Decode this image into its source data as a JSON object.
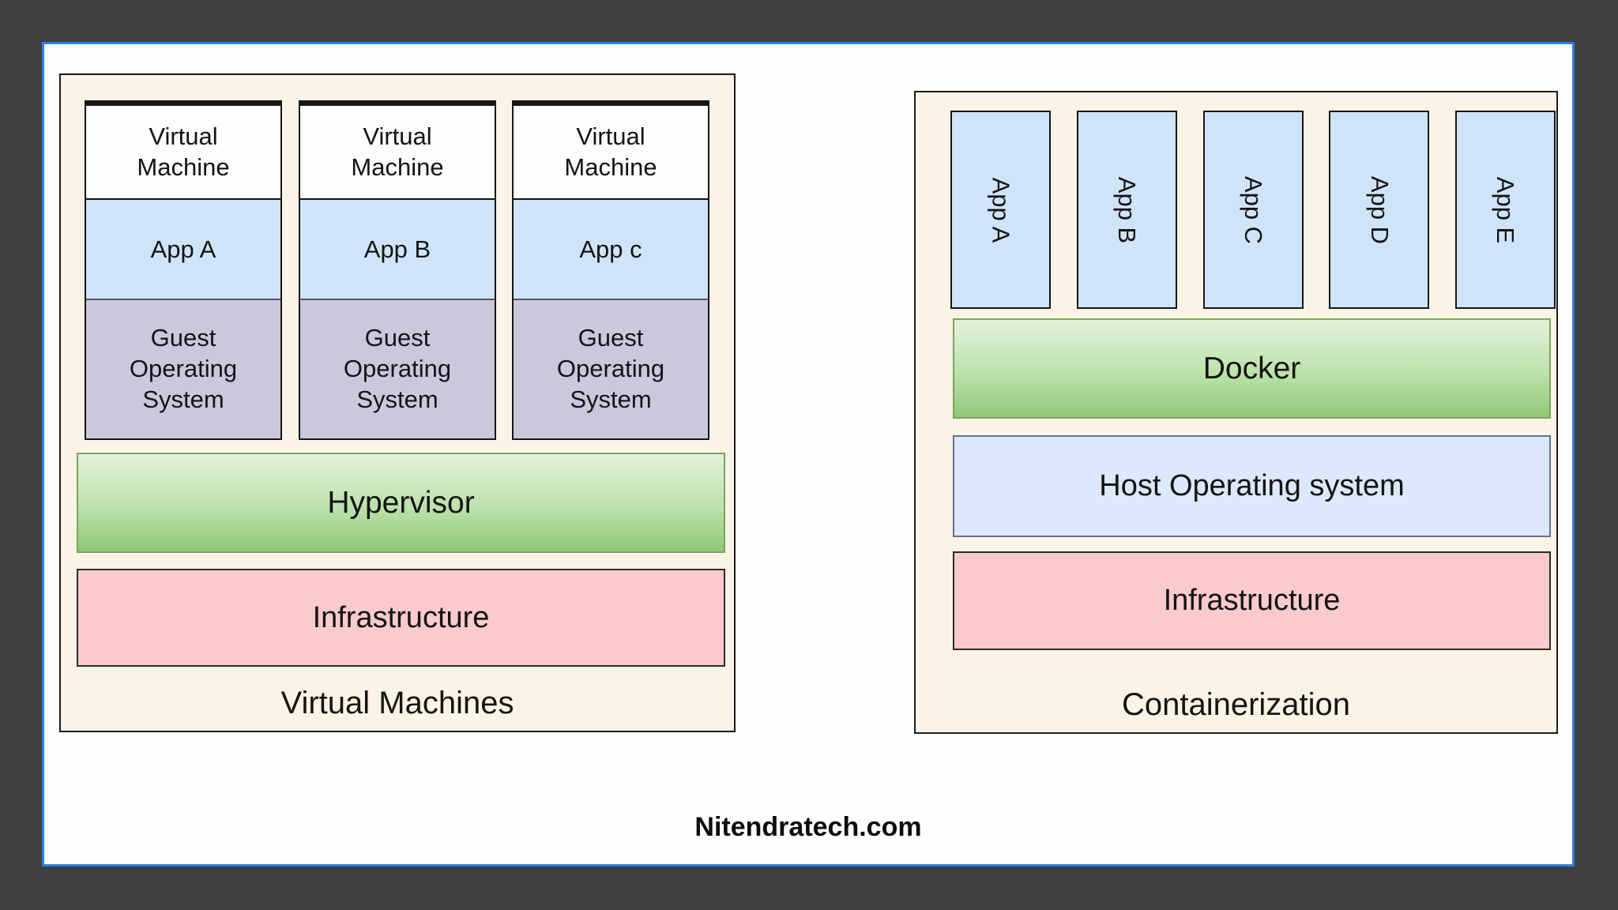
{
  "watermark": "Nitendratech.com",
  "vm_panel": {
    "caption": "Virtual Machines",
    "vm_cards": [
      {
        "title": "Virtual Machine",
        "app": "App A",
        "guest_os": "Guest Operating System"
      },
      {
        "title": "Virtual Machine",
        "app": "App B",
        "guest_os": "Guest Operating System"
      },
      {
        "title": "Virtual Machine",
        "app": "App c",
        "guest_os": "Guest Operating System"
      }
    ],
    "hypervisor": "Hypervisor",
    "infrastructure": "Infrastructure"
  },
  "container_panel": {
    "caption": "Containerization",
    "apps": [
      "App A",
      "App B",
      "App C",
      "App D",
      "App E"
    ],
    "docker": "Docker",
    "host_os": "Host Operating system",
    "infrastructure": "Infrastructure"
  },
  "colors": {
    "outer_frame": "#3d3f41",
    "board_border": "#2b7ee2",
    "panel_background": "#faf4e6",
    "app_blue": "#cfe4f8",
    "guest_os_lavender": "#cbc7dd",
    "green_gradient_top": "#e3f1dc",
    "green_gradient_bottom": "#8fc876",
    "infrastructure_pink": "#fbcacd",
    "host_os_blue": "#dce8fb"
  }
}
